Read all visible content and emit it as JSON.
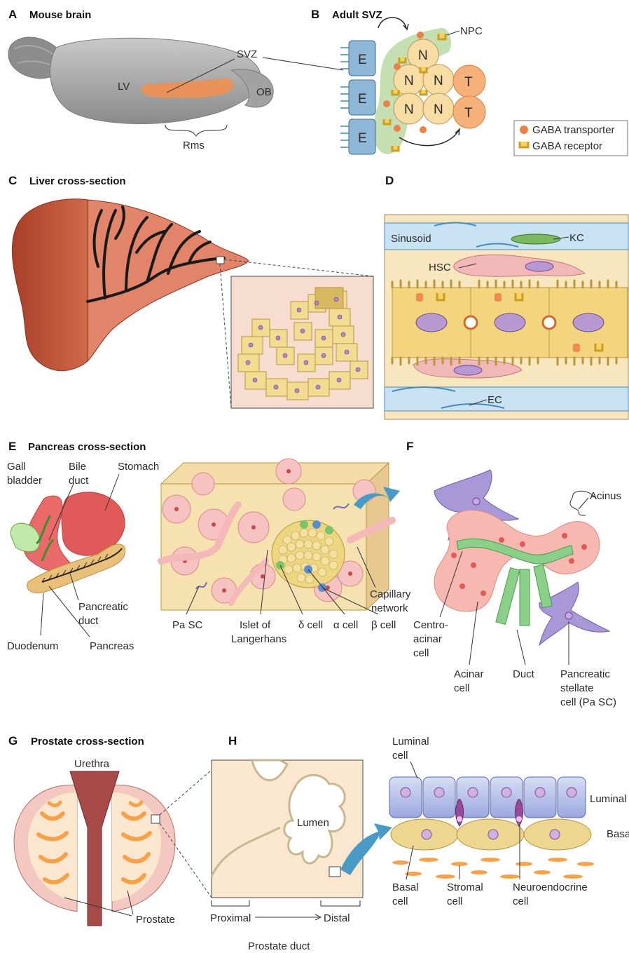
{
  "panels": {
    "A": {
      "letter": "A",
      "title": "Mouse brain",
      "labels": {
        "svz": "SVZ",
        "lv": "LV",
        "ob": "OB",
        "rms": "Rms"
      }
    },
    "B": {
      "letter": "B",
      "title": "Adult SVZ",
      "labels": {
        "npc": "NPC",
        "e": "E",
        "n": "N",
        "t": "T"
      },
      "legend": {
        "transporter": "GABA transporter",
        "receptor": "GABA receptor"
      }
    },
    "C": {
      "letter": "C",
      "title": "Liver cross-section"
    },
    "D": {
      "letter": "D",
      "labels": {
        "sinusoid": "Sinusoid",
        "kc": "KC",
        "hsc": "HSC",
        "ec": "EC"
      }
    },
    "E": {
      "letter": "E",
      "title": "Pancreas cross-section",
      "labels": {
        "gall1": "Gall",
        "gall2": "bladder",
        "bile1": "Bile",
        "bile2": "duct",
        "stomach": "Stomach",
        "pduct1": "Pancreatic",
        "pduct2": "duct",
        "duodenum": "Duodenum",
        "pancreas": "Pancreas",
        "pasc": "Pa SC",
        "islet1": "Islet of",
        "islet2": "Langerhans",
        "delta": "δ cell",
        "alpha": "α cell",
        "beta": "β cell",
        "cap1": "Capillary",
        "cap2": "network"
      }
    },
    "F": {
      "letter": "F",
      "labels": {
        "acinus": "Acinus",
        "centro1": "Centro-",
        "centro2": "acinar",
        "centro3": "cell",
        "acinar1": "Acinar",
        "acinar2": "cell",
        "duct": "Duct",
        "stellate1": "Pancreatic",
        "stellate2": "stellate",
        "stellate3": "cell (Pa SC)"
      }
    },
    "G": {
      "letter": "G",
      "title": "Prostate cross-section",
      "labels": {
        "urethra": "Urethra",
        "prostate": "Prostate"
      }
    },
    "H": {
      "letter": "H",
      "labels": {
        "lumen": "Lumen",
        "proximal": "Proximal",
        "distal": "Distal",
        "prostate_duct": "Prostate duct",
        "luminal_cell1": "Luminal",
        "luminal_cell2": "cell",
        "luminal": "Luminal",
        "basal": "Basa",
        "basal_cell1": "Basal",
        "basal_cell2": "cell",
        "stromal1": "Stromal",
        "stromal2": "cell",
        "neuro1": "Neuroendocrine",
        "neuro2": "cell"
      }
    }
  },
  "colors": {
    "brain": "#9a9a9a",
    "svz": "#e8925a",
    "liver": "#c4583c",
    "hepatocyte": "#f0d98a",
    "pancreas": "#f4b0a8",
    "stellate": "#9b88c8",
    "prostate": "#f7a24a",
    "luminal_cell": "#b8c4ea"
  }
}
